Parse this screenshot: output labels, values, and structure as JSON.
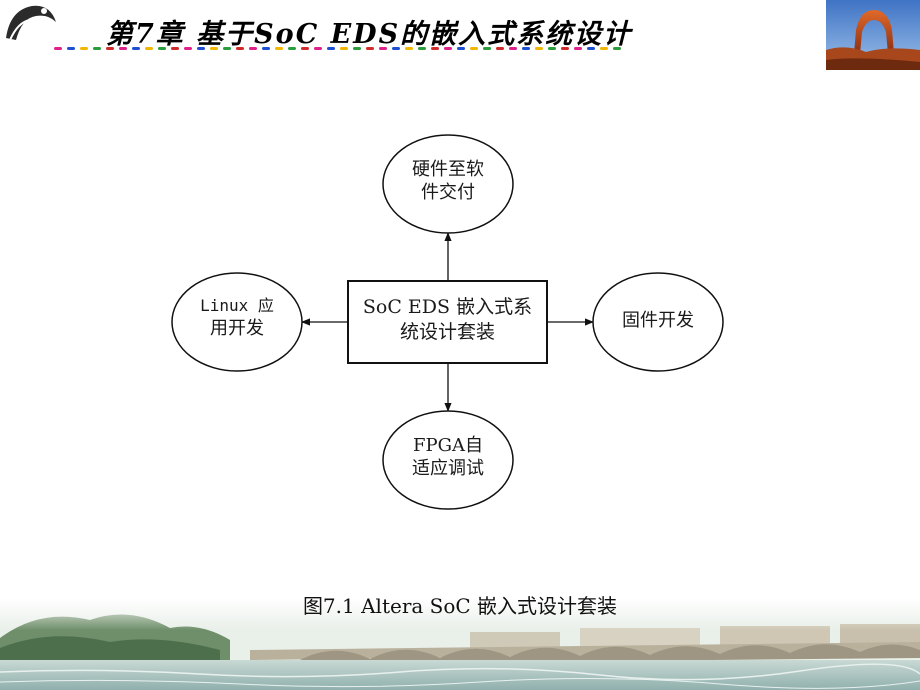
{
  "header": {
    "title": "第7章  基于SoC EDS的嵌入式系统设计",
    "divider_colors": [
      "#e0218a",
      "#1f4fd1",
      "#f2b705",
      "#2a9d3c",
      "#d12b2b"
    ]
  },
  "diagram": {
    "center": {
      "line1": "SoC EDS 嵌入式系",
      "line2": "统设计套装"
    },
    "top": {
      "line1": "硬件至软",
      "line2": "件交付"
    },
    "left": {
      "line1": "Linux 应",
      "line2": "用开发"
    },
    "right": {
      "line1": "固件开发"
    },
    "bottom": {
      "line1": "FPGA自",
      "line2": "适应调试"
    }
  },
  "caption": "图7.1  Altera SoC 嵌入式设计套装"
}
